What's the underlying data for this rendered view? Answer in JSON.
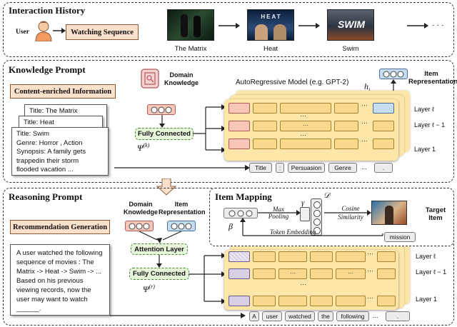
{
  "interaction": {
    "title": "Interaction History",
    "user_label": "User",
    "watching_sequence": "Watching Sequence",
    "movies": [
      {
        "label": "The Matrix",
        "poster_text": ""
      },
      {
        "label": "Heat",
        "poster_text": "HEAT"
      },
      {
        "label": "Swim",
        "poster_text": "SWIM"
      }
    ],
    "ellipsis": "· · ·"
  },
  "knowledge": {
    "title": "Knowledge Prompt",
    "content_box": "Content-enriched Information",
    "domain_knowledge": "Domain\nKnowledge",
    "fully_connected": "Fully Connected",
    "psi": "Ψ",
    "psi_sup": "(k)",
    "model_label": "AutoRegressive Model (e.g. GPT-2)",
    "item_rep": "Item\nRepresentation",
    "h_label": "h",
    "h_sub": "i",
    "card_matrix": "Title: The Matrix",
    "card_heat": "Title: Heat",
    "card_swim": "Title: Swim\nGenre: Horror , Action\nSynopsis: A family gets\ntrappedin their storm\nflooded vacation ...",
    "layers": [
      "Layer ℓ",
      "Layer ℓ − 1",
      "Layer 1"
    ],
    "tokens": [
      "Title",
      ":",
      "Persuasion",
      "Genre",
      "...",
      "."
    ],
    "dots": "···"
  },
  "reasoning": {
    "title": "Reasoning Prompt",
    "rec_box": "Recommendation Generation",
    "domain_knowledge": "Domain\nKnowledge",
    "item_rep": "Item\nRepresentation",
    "attention": "Attention Layer",
    "fully_connected": "Fully Connected",
    "psi": "Ψ",
    "psi_sup": "(r)",
    "prompt_text": "A user watched the following sequence of movies : The Matrix -> Heat -> Swim -> ... Based on his previous viewing records, now the user may want to watch ______.",
    "layers": [
      "Layer ℓ",
      "Layer ℓ − 1",
      "Layer 1"
    ],
    "tokens": [
      "A",
      "user",
      "watched",
      "the",
      "following",
      "...",
      "."
    ],
    "dots": "···"
  },
  "mapping": {
    "title": "Item Mapping",
    "max_pooling": "Max\nPooling",
    "gamma": "γ",
    "D": "𝒟",
    "cosine": "Cosine\nSimilarity",
    "target_item": "Target\nItem",
    "beta": "β",
    "token_embedding": "Token Embedding",
    "mission": "mission"
  },
  "colors": {
    "layer_fill": "#fde6a8",
    "token_pink": "#f7c6b8",
    "item_blue": "#c6dcf0",
    "green": "#e6f4d9"
  }
}
